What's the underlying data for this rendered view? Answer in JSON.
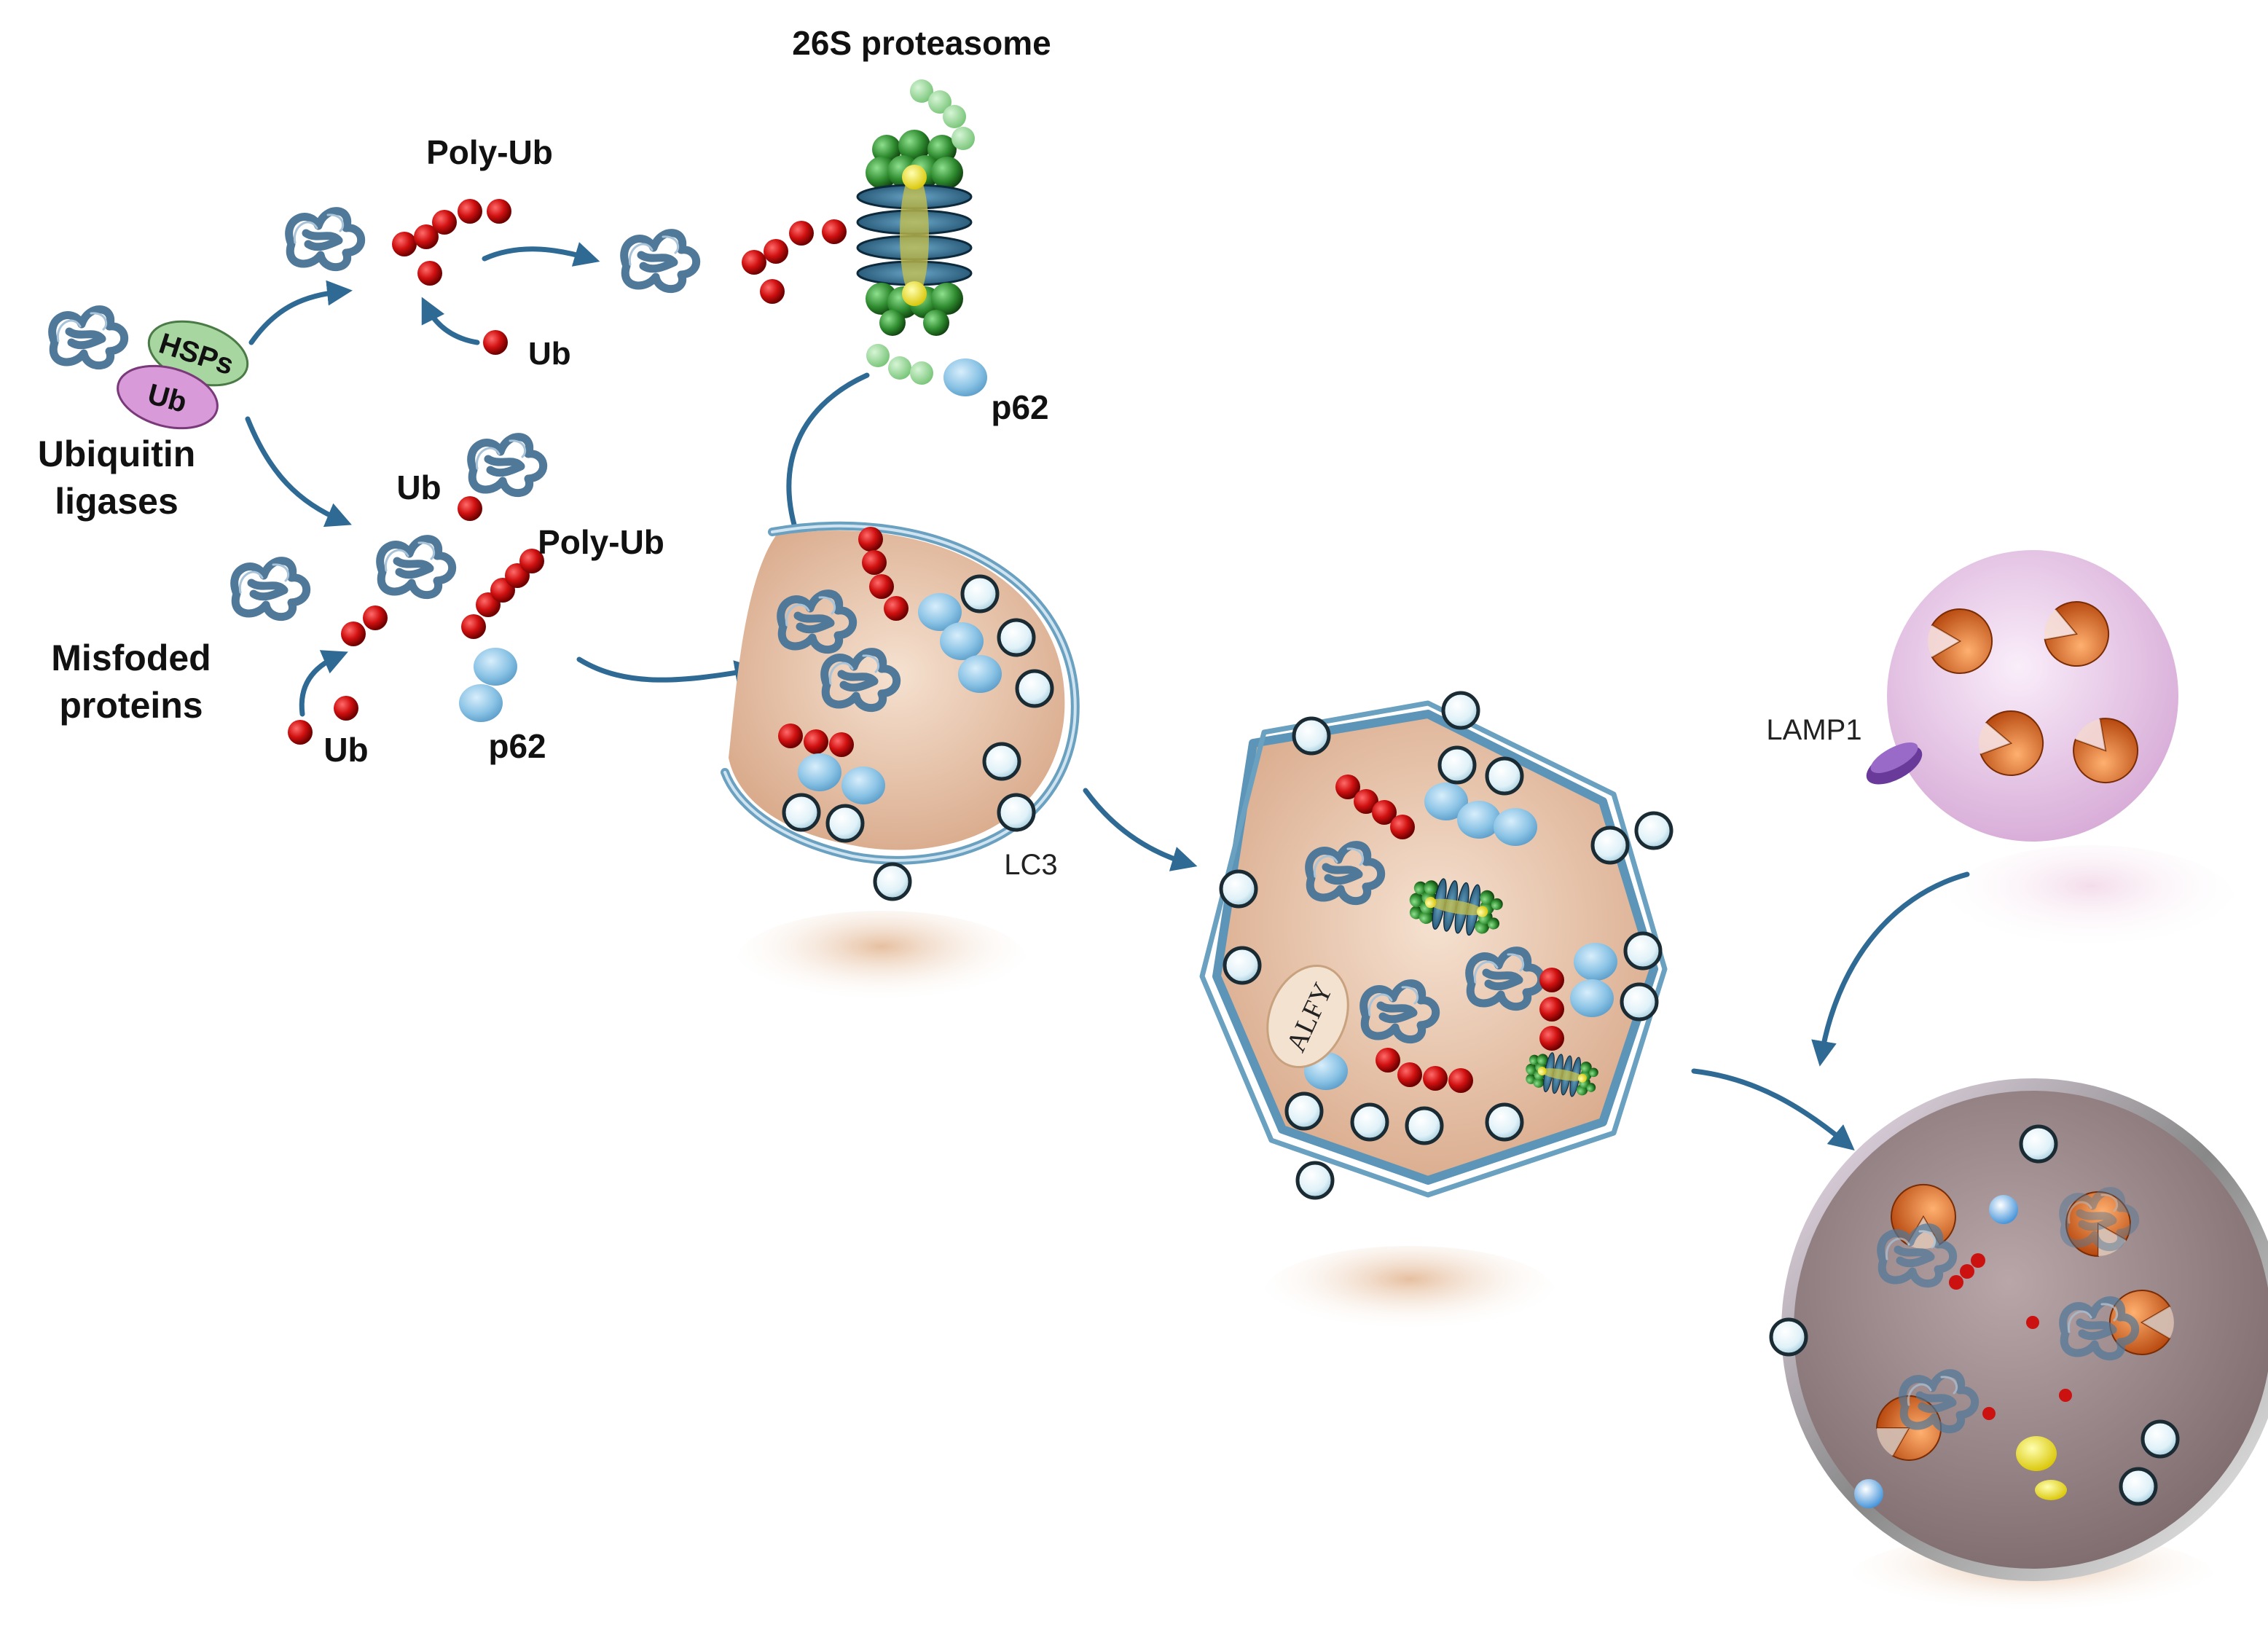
{
  "labels": {
    "proteasome": "26S proteasome",
    "poly_ub_top": "Poly-Ub",
    "ub_top": "Ub",
    "hsps": "HSPs",
    "ub_oval": "Ub",
    "ubiquitin_ligases_line1": "Ubiquitin",
    "ubiquitin_ligases_line2": "ligases",
    "ub_middle": "Ub",
    "poly_ub_middle": "Poly-Ub",
    "misfolded_line1": "Misfoded",
    "misfolded_line2": "proteins",
    "ub_bottom": "Ub",
    "p62_bottom": "p62",
    "p62_top": "p62",
    "lc3": "LC3",
    "alfy": "ALFY",
    "lamp1": "LAMP1"
  },
  "colors": {
    "ubiquitin": "#cc1111",
    "p62": "#8cc4e6",
    "lc3": "#dff1f8",
    "protein": "#4f7899",
    "arrow": "#2f6a94",
    "proteasome_cap": "#2e8a2e",
    "proteasome_core": "#1d5a80",
    "autophagosome_fill": "#e8c4a8",
    "lysosome_fill": "#efd6ef",
    "autolysosome_fill": "#9e8c8e",
    "hydrolase": "#e0782e",
    "lamp1": "#6a3a9a"
  },
  "icons": [
    "protein-fold-icon",
    "ubiquitin-bead-icon",
    "p62-icon",
    "lc3-icon",
    "proteasome-icon",
    "hydrolase-icon",
    "lamp1-icon",
    "alfy-icon"
  ]
}
